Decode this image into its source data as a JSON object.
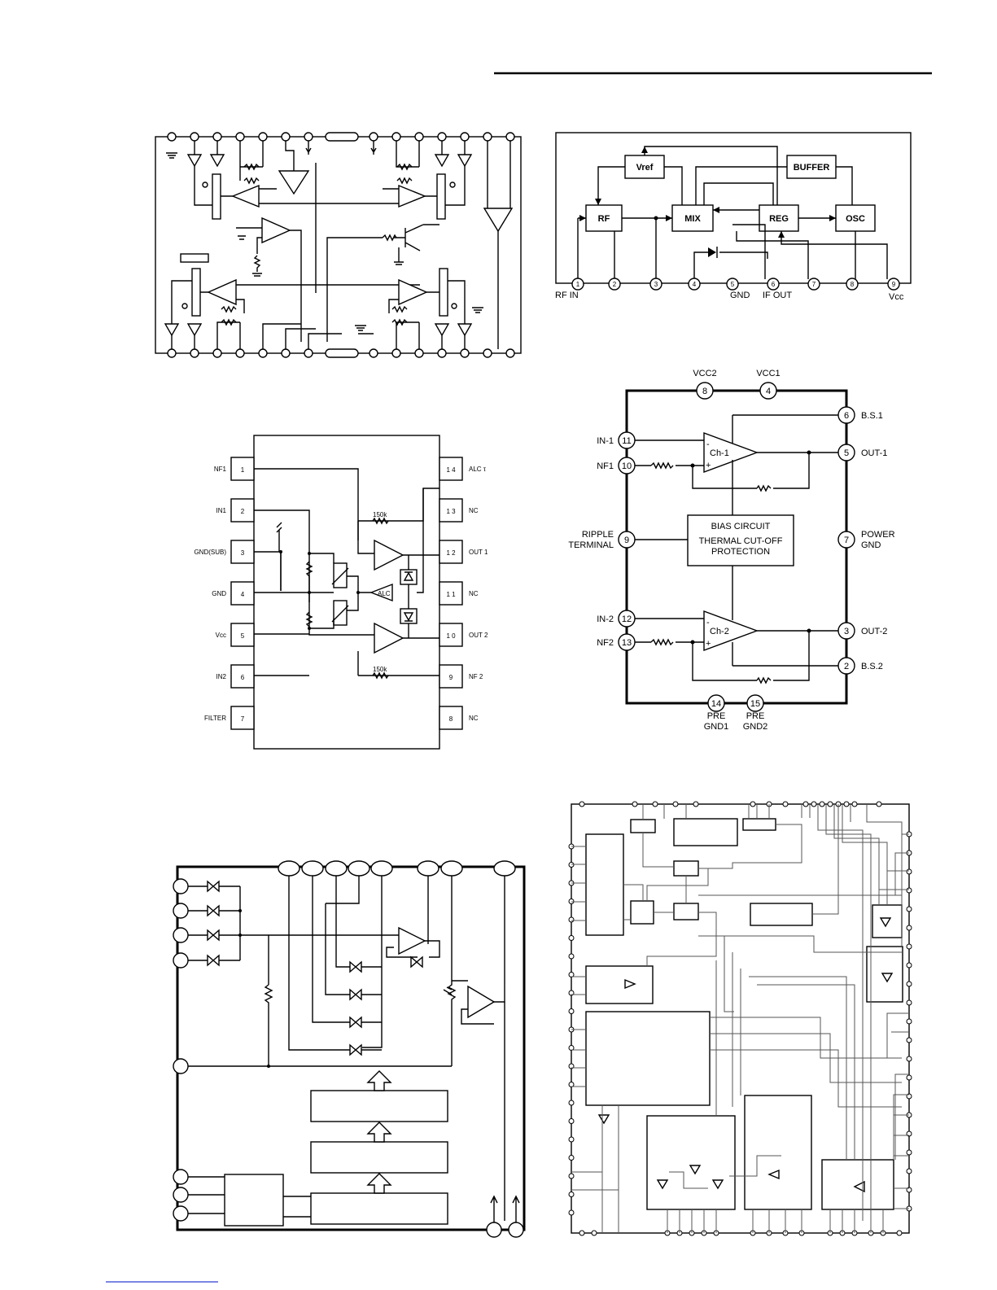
{
  "d2": {
    "blocks": {
      "vref": "Vref",
      "buffer": "BUFFER",
      "rf": "RF",
      "mix": "MIX",
      "reg": "REG",
      "osc": "OSC"
    },
    "pins": [
      "1",
      "2",
      "3",
      "4",
      "5",
      "6",
      "7",
      "8",
      "9"
    ],
    "pin_labels": {
      "rf_in": "RF IN",
      "gnd": "GND",
      "if_out": "IF OUT",
      "vcc": "Vcc"
    }
  },
  "d3": {
    "left_pins": [
      {
        "num": "1",
        "label": "NF1"
      },
      {
        "num": "2",
        "label": "IN1"
      },
      {
        "num": "3",
        "label": "GND(SUB)"
      },
      {
        "num": "4",
        "label": "GND"
      },
      {
        "num": "5",
        "label": "Vcc"
      },
      {
        "num": "6",
        "label": "IN2"
      },
      {
        "num": "7",
        "label": "FILTER"
      }
    ],
    "right_pins": [
      {
        "num": "1 4",
        "label": "ALC τ"
      },
      {
        "num": "1 3",
        "label": "NC"
      },
      {
        "num": "1 2",
        "label": "OUT 1"
      },
      {
        "num": "1 1",
        "label": "NC"
      },
      {
        "num": "1 0",
        "label": "OUT 2"
      },
      {
        "num": "9",
        "label": "NF 2"
      },
      {
        "num": "8",
        "label": "NC"
      }
    ],
    "res_top": "150k",
    "res_bottom": "150k",
    "alc": "ALC"
  },
  "d4": {
    "top_pins": [
      {
        "num": "8",
        "label": "VCC2"
      },
      {
        "num": "4",
        "label": "VCC1"
      }
    ],
    "left_pins": [
      {
        "num": "11",
        "label": "IN-1"
      },
      {
        "num": "10",
        "label": "NF1"
      },
      {
        "num": "9",
        "label": "RIPPLE",
        "label2": "TERMINAL"
      },
      {
        "num": "12",
        "label": "IN-2"
      },
      {
        "num": "13",
        "label": "NF2"
      }
    ],
    "right_pins": [
      {
        "num": "6",
        "label": "B.S.1"
      },
      {
        "num": "5",
        "label": "OUT-1"
      },
      {
        "num": "7",
        "label": "POWER",
        "label2": "GND"
      },
      {
        "num": "3",
        "label": "OUT-2"
      },
      {
        "num": "2",
        "label": "B.S.2"
      }
    ],
    "bottom_pins": [
      {
        "num": "14",
        "label": "PRE",
        "label2": "GND1"
      },
      {
        "num": "15",
        "label": "PRE",
        "label2": "GND2"
      }
    ],
    "amps": [
      "Ch-1",
      "Ch-2"
    ],
    "bias_lines": [
      "BIAS CIRCUIT",
      "THERMAL CUT-OFF",
      "PROTECTION"
    ]
  }
}
